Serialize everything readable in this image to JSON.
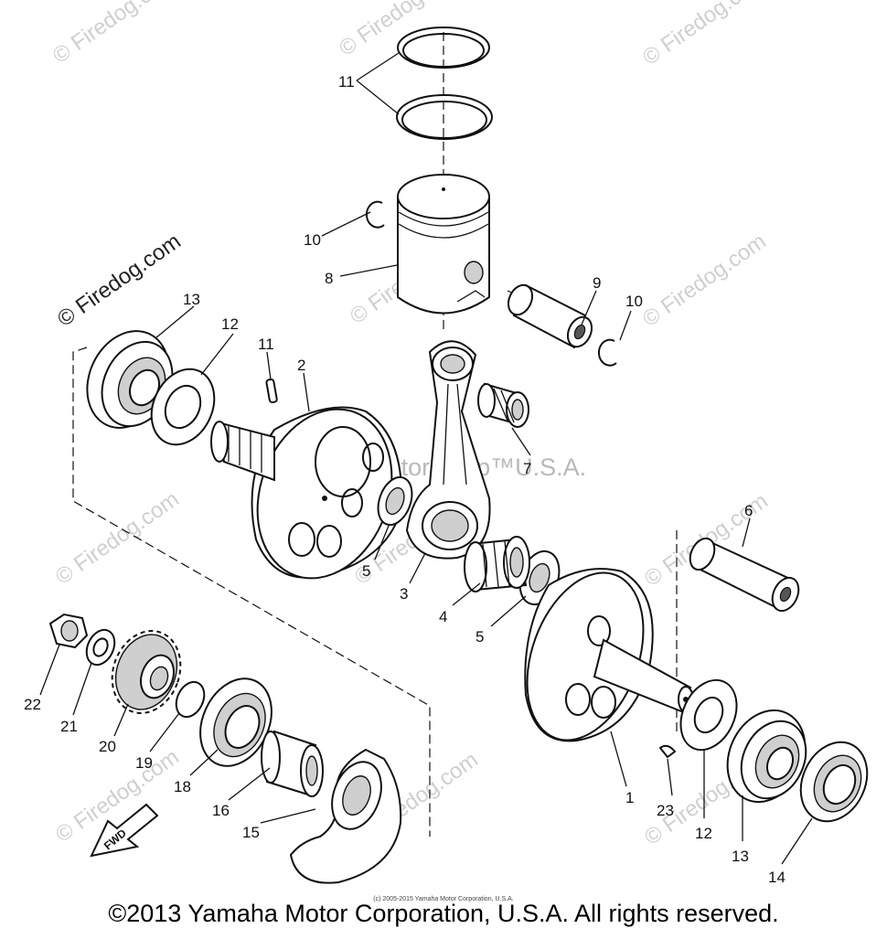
{
  "watermarks": {
    "site": "© Firedog.com",
    "brand": "Yamaha Motor Corp™U.S.A."
  },
  "labels": {
    "p1": "1",
    "p2": "2",
    "p3": "3",
    "p4": "4",
    "p5a": "5",
    "p5b": "5",
    "p6": "6",
    "p7": "7",
    "p8": "8",
    "p9": "9",
    "p10a": "10",
    "p10b": "10",
    "p11a": "11",
    "p11b": "11",
    "p12a": "12",
    "p12b": "12",
    "p13a": "13",
    "p13b": "13",
    "p14": "14",
    "p15": "15",
    "p16": "16",
    "p18": "18",
    "p19": "19",
    "p20": "20",
    "p21": "21",
    "p22": "22",
    "p23": "23"
  },
  "fwd_badge": "FWD",
  "small_copyright": "(c) 2005-2015 Yamaha Motor Corporation, U.S.A.",
  "footer_copyright": "©2013 Yamaha Motor Corporation, U.S.A. All rights reserved."
}
